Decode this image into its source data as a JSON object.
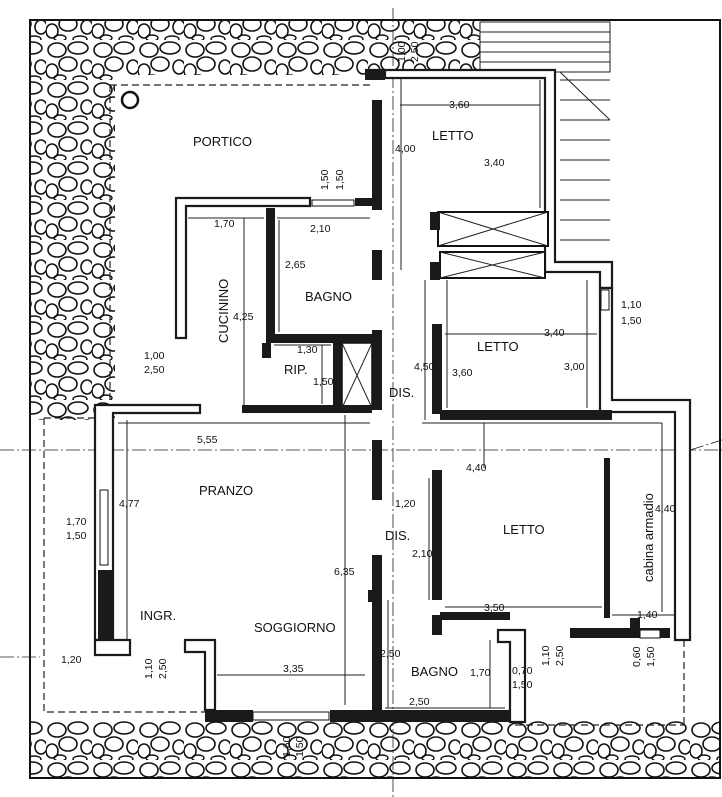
{
  "rooms": {
    "portico": "PORTICO",
    "letto_top": "LETTO",
    "cucinino": "CUCININO",
    "bagno_top": "BAGNO",
    "rip": "RIP.",
    "dis_upper": "DIS.",
    "letto_mid": "LETTO",
    "pranzo": "PRANZO",
    "dis_lower": "DIS.",
    "letto_bottom": "LETTO",
    "cabina": "cabina armadio",
    "ingr": "INGR.",
    "soggiorno": "SOGGIORNO",
    "bagno_bottom": "BAGNO"
  },
  "dimensions": {
    "d_100_top": "1,00",
    "d_250_top": "2,50",
    "d_360": "3,60",
    "d_400": "4,00",
    "d_340_letto": "3,40",
    "d_150_win": "1,50",
    "d_150_win_b": "1,50",
    "d_170_cuc": "1,70",
    "d_210_bagno": "2,10",
    "d_265": "2,65",
    "d_425": "4,25",
    "d_130": "1,30",
    "d_150_rip": "1,50",
    "d_100_cuc": "1,00",
    "d_250_cuc": "2,50",
    "d_110_right": "1,10",
    "d_150_right": "1,50",
    "d_340_mid": "3,40",
    "d_450": "4,50",
    "d_360_mid": "3,60",
    "d_300": "3,00",
    "d_555": "5,55",
    "d_440_h": "4,40",
    "d_477": "4,77",
    "d_170_left": "1,70",
    "d_150_left": "1,50",
    "d_120_dis": "1,20",
    "d_210_dis": "2,10",
    "d_440_v": "4,40",
    "d_635": "6,35",
    "d_350": "3,50",
    "d_140": "1,40",
    "d_120_ingr": "1,20",
    "d_110_ingr": "1,10",
    "d_250_ingr": "2,50",
    "d_335": "3,35",
    "d_250_bagno_v": "2,50",
    "d_170_bagno": "1,70",
    "d_070": "0,70",
    "d_150_bagno": "1,50",
    "d_110_bagno": "1,10",
    "d_250_bagno": "2,50",
    "d_060": "0,60",
    "d_150_cab": "1,50",
    "d_250_bottom": "2,50",
    "d_160": "1,60",
    "d_150_bottom": "1,50"
  }
}
